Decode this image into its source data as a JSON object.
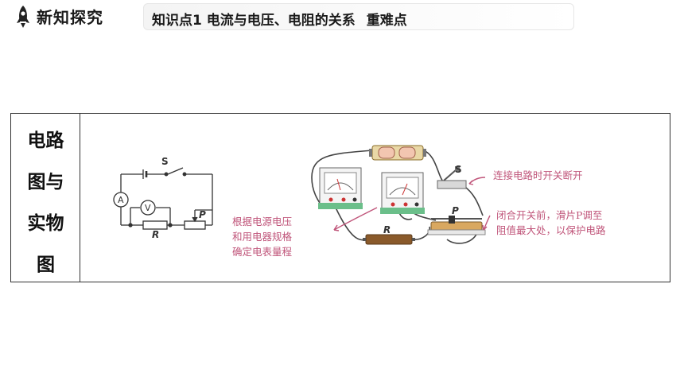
{
  "header": {
    "section_title": "新知探究",
    "topic": "知识点1  电流与电压、电阻的关系",
    "tag": "重难点"
  },
  "table": {
    "row_label_lines": [
      "电路",
      "图与",
      "实物",
      "图"
    ]
  },
  "circuit_diagram": {
    "switch_label": "S",
    "ammeter_label": "A",
    "voltmeter_label": "V",
    "resistor_label": "R",
    "rheostat_label": "P"
  },
  "physical_diagram": {
    "switch_label": "S",
    "resistor_label": "R",
    "rheostat_label": "P"
  },
  "annotations": {
    "switch_note": "连接电路时开关断开",
    "rheostat_note_lines": [
      "闭合开关前，滑片P调至",
      "阻值最大处，以保护电路"
    ],
    "meter_note_lines": [
      "根据电源电压",
      "和用电器规格",
      "确定电表量程"
    ]
  },
  "colors": {
    "annotation": "#c0557a",
    "resistor_body": "#8a5a2b"
  }
}
